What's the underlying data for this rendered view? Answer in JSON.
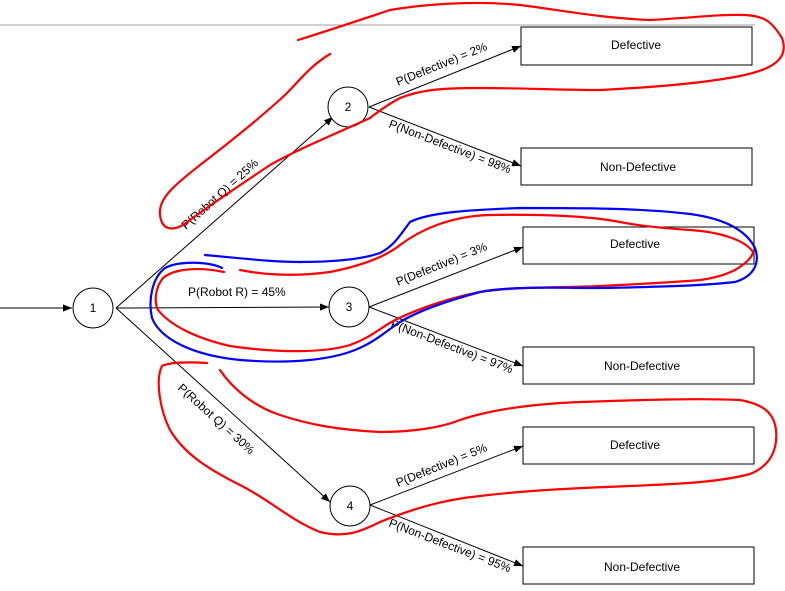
{
  "diagram": {
    "type": "decision-tree",
    "nodes": [
      {
        "id": "1",
        "label": "1"
      },
      {
        "id": "2",
        "label": "2"
      },
      {
        "id": "3",
        "label": "3"
      },
      {
        "id": "4",
        "label": "4"
      }
    ],
    "edges": [
      {
        "from": "start",
        "to": "1",
        "label": ""
      },
      {
        "from": "1",
        "to": "2",
        "label": "P(Robot Q) = 25%"
      },
      {
        "from": "1",
        "to": "3",
        "label": "P(Robot R) = 45%"
      },
      {
        "from": "1",
        "to": "4",
        "label": "P(Robot Q) = 30%"
      },
      {
        "from": "2",
        "to": "2-defective",
        "label": "P(Defective) = 2%"
      },
      {
        "from": "2",
        "to": "2-nondefective",
        "label": "P(Non-Defective) = 98%"
      },
      {
        "from": "3",
        "to": "3-defective",
        "label": "P(Defective) = 3%"
      },
      {
        "from": "3",
        "to": "3-nondefective",
        "label": "P(Non-Defective) = 97%"
      },
      {
        "from": "4",
        "to": "4-defective",
        "label": "P(Defective) = 5%"
      },
      {
        "from": "4",
        "to": "4-nondefective",
        "label": "P(Non-Defective) = 95%"
      }
    ],
    "outcomes": [
      {
        "id": "2-defective",
        "label": "Defective"
      },
      {
        "id": "2-nondefective",
        "label": "Non-Defective"
      },
      {
        "id": "3-defective",
        "label": "Defective"
      },
      {
        "id": "3-nondefective",
        "label": "Non-Defective"
      },
      {
        "id": "4-defective",
        "label": "Defective"
      },
      {
        "id": "4-nondefective",
        "label": "Non-Defective"
      }
    ],
    "annotations": [
      {
        "id": "robot-q-25-defective",
        "color": "#ff0000"
      },
      {
        "id": "robot-r-45-defective",
        "color": "#ff0000"
      },
      {
        "id": "robot-r-45-defective-outer",
        "color": "#0000ff"
      },
      {
        "id": "robot-q-30-defective",
        "color": "#ff0000"
      }
    ],
    "colors": {
      "line": "#000000",
      "top_rule": "#a0a0a0",
      "highlight_red": "#ff0000",
      "highlight_blue": "#0000ff"
    }
  }
}
